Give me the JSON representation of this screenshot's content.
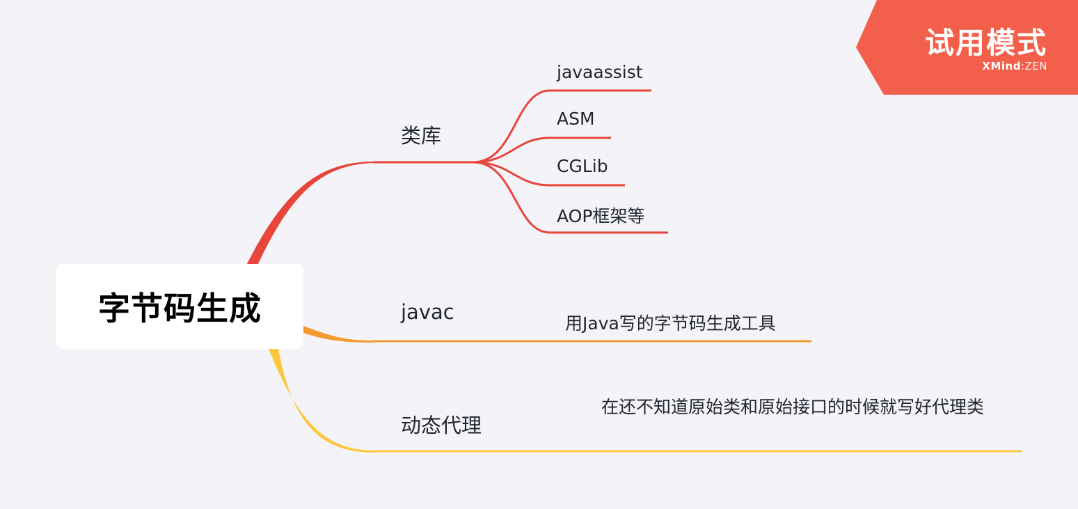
{
  "root": {
    "label": "字节码生成"
  },
  "branches": [
    {
      "label": "类库",
      "color": "#e8453c",
      "children": [
        "javaassist",
        "ASM",
        "CGLib",
        "AOP框架等"
      ]
    },
    {
      "label": "javac",
      "color": "#f59a30",
      "note": "用Java写的字节码生成工具"
    },
    {
      "label": "动态代理",
      "color": "#fcc73e",
      "note": "在还不知道原始类和原始接口的时候就写好代理类"
    }
  ],
  "trial_badge": {
    "title": "试用模式",
    "brand": "XMind",
    "separator": ":",
    "edition": "ZEN",
    "color": "#f2604b"
  }
}
